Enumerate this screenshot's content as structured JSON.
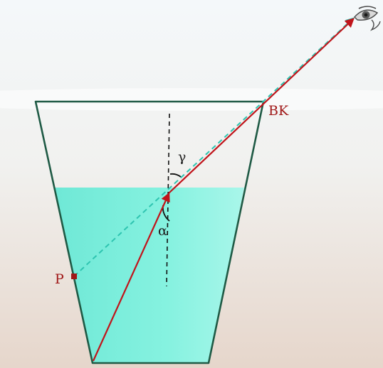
{
  "labels": {
    "exit_point": "BK",
    "object_point": "P",
    "incidence_angle": "α",
    "refraction_angle": "γ"
  },
  "colors": {
    "water": "#7ef0dd",
    "glass_outline": "#1f5a45",
    "real_ray": "#c0141a",
    "apparent_ray": "#2ec4b0",
    "normal_line": "#111111",
    "label_red": "#a01818",
    "background_top": "#f4f8fa",
    "background_bottom": "#e7d9cf"
  },
  "icons": {
    "observer": "eye-icon"
  }
}
